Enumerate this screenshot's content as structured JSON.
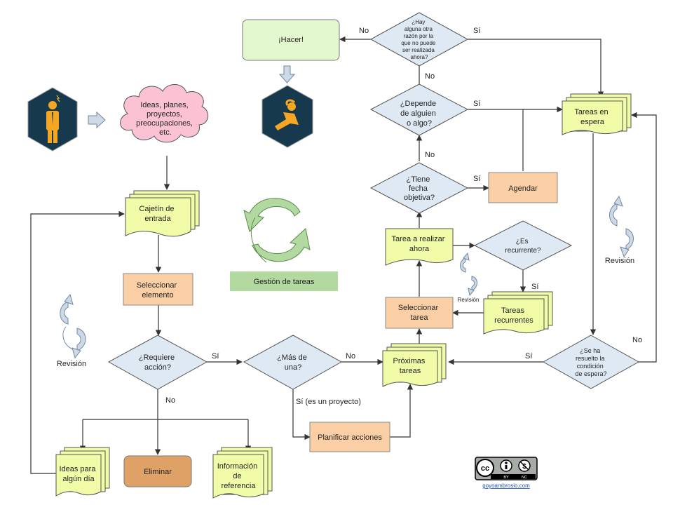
{
  "nodes": {
    "cloud": [
      "Ideas, planes,",
      "proyectos,",
      "preocupaciones,",
      "etc."
    ],
    "inbox": [
      "Cajetín de",
      "entrada"
    ],
    "select_element": [
      "Seleccionar",
      "elemento"
    ],
    "requires_action": [
      "¿Requiere",
      "acción?"
    ],
    "more_than_one": [
      "¿Más de",
      "una?"
    ],
    "plan_actions": [
      "Planificar acciones"
    ],
    "next_tasks": [
      "Próximas",
      "tareas"
    ],
    "someday": [
      "Ideas para",
      "algún día"
    ],
    "delete": [
      "Eliminar"
    ],
    "reference": [
      "Información",
      "de",
      "referencia"
    ],
    "select_task": [
      "Seleccionar",
      "tarea"
    ],
    "task_now": [
      "Tarea a realizar",
      "ahora"
    ],
    "is_recurrent": [
      "¿Es",
      "recurrente?"
    ],
    "recurrent_tasks": [
      "Tareas",
      "recurrentes"
    ],
    "has_due_date": [
      "¿Tiene",
      "fecha",
      "objetiva?"
    ],
    "schedule": [
      "Agendar"
    ],
    "depends": [
      "¿Depende",
      "de alguien",
      "o algo?"
    ],
    "other_reason": [
      "¿Hay",
      "alguna otra",
      "razón por la",
      "que no puede",
      "ser realizada",
      "ahora?"
    ],
    "do_it": [
      "¡Hacer!"
    ],
    "waiting": [
      "Tareas en",
      "espera"
    ],
    "wait_resolved": [
      "¿Se ha",
      "resuelto la",
      "condición",
      "de espera?"
    ],
    "task_management": [
      "Gestión de tareas"
    ]
  },
  "edge_labels": {
    "yes": "Sí",
    "no": "No",
    "yes_project": "Sí (es un proyecto)"
  },
  "review_labels": {
    "left": "Revisión",
    "right": "Revisión",
    "small": "Revisión"
  },
  "license": {
    "badge_cc": "cc",
    "badge_by": "BY",
    "badge_nc": "NC",
    "site": "goyoambrosio.com"
  },
  "colors": {
    "note_yellow": "#f2fba8",
    "action_orange": "#fbcfa5",
    "delete_orange": "#dfa165",
    "decision_blue": "#dfe9f4",
    "do_green": "#e2f8cf",
    "cloud_pink": "#fbc2d3",
    "hex_navy": "#16394d",
    "management_green": "#b2d9a0",
    "arrow_gray": "#ced9e5"
  }
}
